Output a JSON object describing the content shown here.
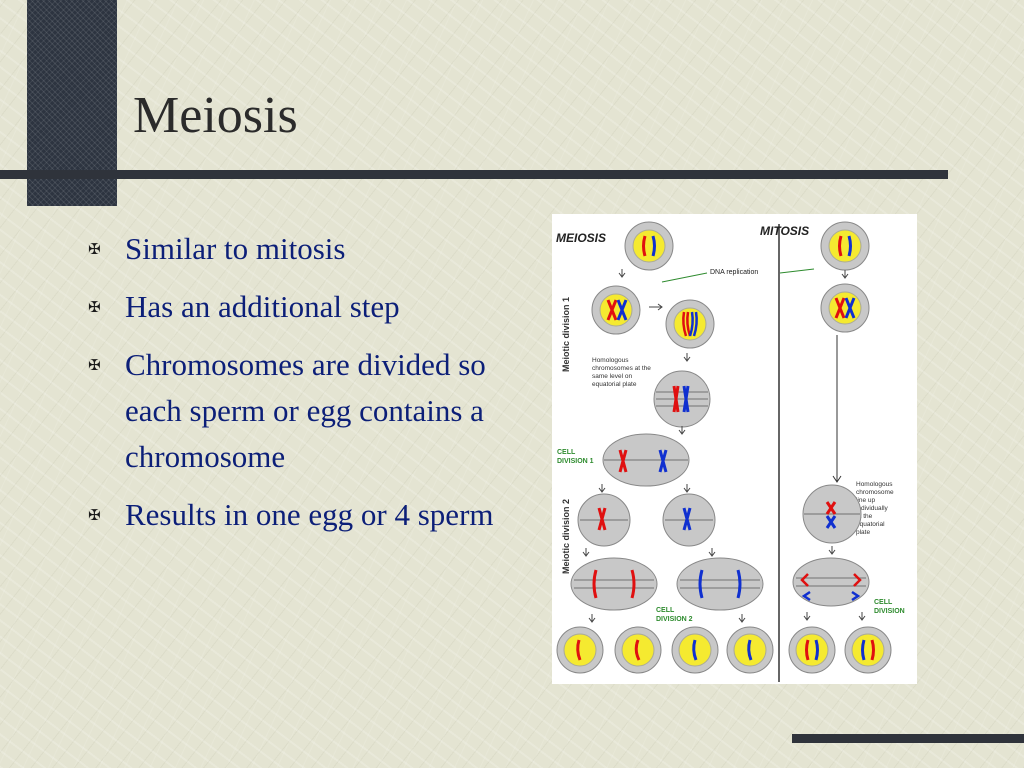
{
  "slide": {
    "title": "Meiosis",
    "bullets": [
      "Similar to mitosis",
      "Has an additional step",
      "Chromosomes are divided so each sperm or egg contains a chromosome",
      "Results in one egg or 4 sperm"
    ]
  },
  "figure": {
    "meiosis_heading": "MEIOSIS",
    "mitosis_heading": "MITOSIS",
    "dna_replication": "DNA replication",
    "meiotic_division_1": "Meiotic division 1",
    "meiotic_division_2": "Meiotic division 2",
    "homologous_note": [
      "Homologous",
      "chromosomes at the",
      "same level on",
      "equatorial plate"
    ],
    "cell_division_1": [
      "CELL",
      "DIVISION 1"
    ],
    "cell_division_2": [
      "CELL",
      "DIVISION 2"
    ],
    "mitosis_note": [
      "Homologous",
      "chromosome",
      "line up",
      "individually",
      "at the",
      "equatorial",
      "plate"
    ],
    "cell_division": [
      "CELL",
      "DIVISION"
    ]
  },
  "colors": {
    "bullet_text": "#0c1f78",
    "title": "#2b2b2b",
    "label_green": "#2e8b2e",
    "chromosome_red": "#e01010",
    "chromosome_blue": "#1030d0",
    "nucleus_yellow": "#f5ea30"
  }
}
